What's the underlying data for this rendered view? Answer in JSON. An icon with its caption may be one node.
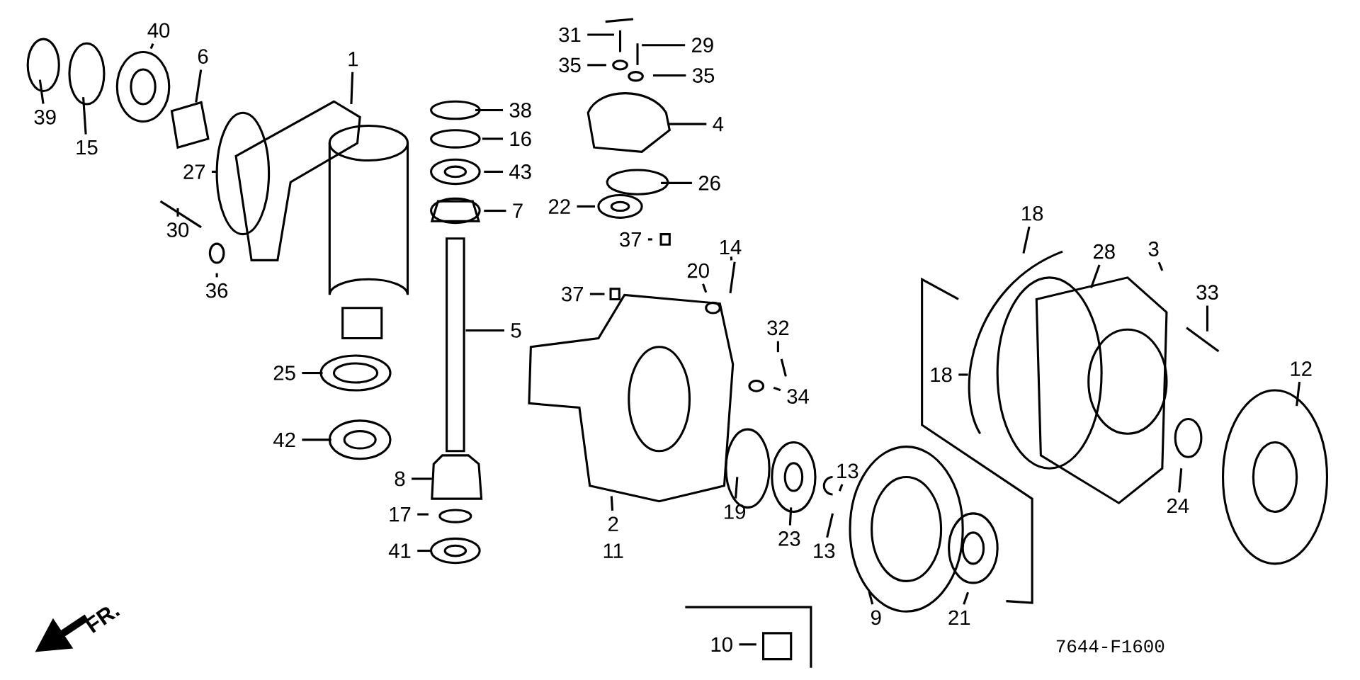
{
  "diagram": {
    "nodes": [
      {
        "text": [
          "1"
        ]
      },
      {
        "text": [
          "40"
        ]
      },
      {
        "text": [
          "6"
        ]
      },
      {
        "text": [
          "39"
        ]
      },
      {
        "text": [
          "15"
        ]
      },
      {
        "text": [
          "27"
        ]
      },
      {
        "text": [
          "30"
        ]
      },
      {
        "text": [
          "36"
        ]
      },
      {
        "text": [
          "38"
        ]
      },
      {
        "text": [
          "16"
        ]
      },
      {
        "text": [
          "43"
        ]
      },
      {
        "text": [
          "7"
        ]
      },
      {
        "text": [
          "5"
        ]
      },
      {
        "text": [
          "25"
        ]
      },
      {
        "text": [
          "42"
        ]
      },
      {
        "text": [
          "8"
        ]
      },
      {
        "text": [
          "17"
        ]
      },
      {
        "text": [
          "41"
        ]
      },
      {
        "text": [
          "31"
        ]
      },
      {
        "text": [
          "29"
        ]
      },
      {
        "text": [
          "35"
        ]
      },
      {
        "text": [
          "35"
        ]
      },
      {
        "text": [
          "4"
        ]
      },
      {
        "text": [
          "26"
        ]
      },
      {
        "text": [
          "22"
        ]
      },
      {
        "text": [
          "37"
        ]
      },
      {
        "text": [
          "37"
        ]
      },
      {
        "text": [
          "20"
        ]
      },
      {
        "text": [
          "14"
        ]
      },
      {
        "text": [
          "32"
        ]
      },
      {
        "text": [
          "34"
        ]
      },
      {
        "text": [
          "2"
        ]
      },
      {
        "text": [
          "11"
        ]
      },
      {
        "text": [
          "19"
        ]
      },
      {
        "text": [
          "23"
        ]
      },
      {
        "text": [
          "13"
        ]
      },
      {
        "text": [
          "13"
        ]
      },
      {
        "text": [
          "18"
        ]
      },
      {
        "text": [
          "18"
        ]
      },
      {
        "text": [
          "28"
        ]
      },
      {
        "text": [
          "3"
        ]
      },
      {
        "text": [
          "33"
        ]
      },
      {
        "text": [
          "12"
        ]
      },
      {
        "text": [
          "24"
        ]
      },
      {
        "text": [
          "9"
        ]
      },
      {
        "text": [
          "21"
        ]
      },
      {
        "text": [
          "10"
        ]
      }
    ],
    "edges": [
      {
        "from": 0,
        "to": null,
        "arrow": "none"
      },
      {
        "from": 1,
        "to": null,
        "arrow": "none"
      },
      {
        "from": 2,
        "to": null,
        "arrow": "none"
      },
      {
        "from": 3,
        "to": null,
        "arrow": "none"
      },
      {
        "from": 4,
        "to": null,
        "arrow": "none"
      },
      {
        "from": 5,
        "to": null,
        "arrow": "none"
      },
      {
        "from": 6,
        "to": null,
        "arrow": "none"
      },
      {
        "from": 7,
        "to": null,
        "arrow": "none"
      },
      {
        "from": 8,
        "to": null,
        "arrow": "none"
      },
      {
        "from": 9,
        "to": null,
        "arrow": "none"
      },
      {
        "from": 10,
        "to": null,
        "arrow": "none"
      },
      {
        "from": 11,
        "to": null,
        "arrow": "none"
      },
      {
        "from": 12,
        "to": null,
        "arrow": "none"
      },
      {
        "from": 13,
        "to": null,
        "arrow": "none"
      },
      {
        "from": 14,
        "to": null,
        "arrow": "none"
      },
      {
        "from": 15,
        "to": null,
        "arrow": "none"
      },
      {
        "from": 16,
        "to": null,
        "arrow": "none"
      },
      {
        "from": 17,
        "to": null,
        "arrow": "none"
      },
      {
        "from": 18,
        "to": null,
        "arrow": "none"
      },
      {
        "from": 19,
        "to": null,
        "arrow": "none"
      },
      {
        "from": 20,
        "to": null,
        "arrow": "none"
      },
      {
        "from": 21,
        "to": null,
        "arrow": "none"
      },
      {
        "from": 22,
        "to": null,
        "arrow": "none"
      },
      {
        "from": 23,
        "to": null,
        "arrow": "none"
      },
      {
        "from": 24,
        "to": null,
        "arrow": "none"
      },
      {
        "from": 25,
        "to": null,
        "arrow": "none"
      },
      {
        "from": 26,
        "to": null,
        "arrow": "none"
      },
      {
        "from": 27,
        "to": null,
        "arrow": "none"
      },
      {
        "from": 28,
        "to": null,
        "arrow": "none"
      },
      {
        "from": 29,
        "to": null,
        "arrow": "none"
      },
      {
        "from": 30,
        "to": null,
        "arrow": "none"
      },
      {
        "from": 31,
        "to": null,
        "arrow": "none"
      },
      {
        "from": 33,
        "to": null,
        "arrow": "none"
      },
      {
        "from": 34,
        "to": null,
        "arrow": "none"
      },
      {
        "from": 35,
        "to": null,
        "arrow": "none"
      },
      {
        "from": 36,
        "to": null,
        "arrow": "none"
      },
      {
        "from": 37,
        "to": null,
        "arrow": "none"
      },
      {
        "from": 38,
        "to": null,
        "arrow": "none"
      },
      {
        "from": 39,
        "to": null,
        "arrow": "none"
      },
      {
        "from": 40,
        "to": null,
        "arrow": "none"
      },
      {
        "from": 41,
        "to": null,
        "arrow": "none"
      },
      {
        "from": 42,
        "to": null,
        "arrow": "none"
      },
      {
        "from": 43,
        "to": null,
        "arrow": "none"
      },
      {
        "from": 44,
        "to": null,
        "arrow": "none"
      },
      {
        "from": 45,
        "to": null,
        "arrow": "none"
      },
      {
        "from": 46,
        "to": null,
        "arrow": "none"
      }
    ],
    "labels": [
      "FR.",
      "7644-F1600"
    ]
  }
}
